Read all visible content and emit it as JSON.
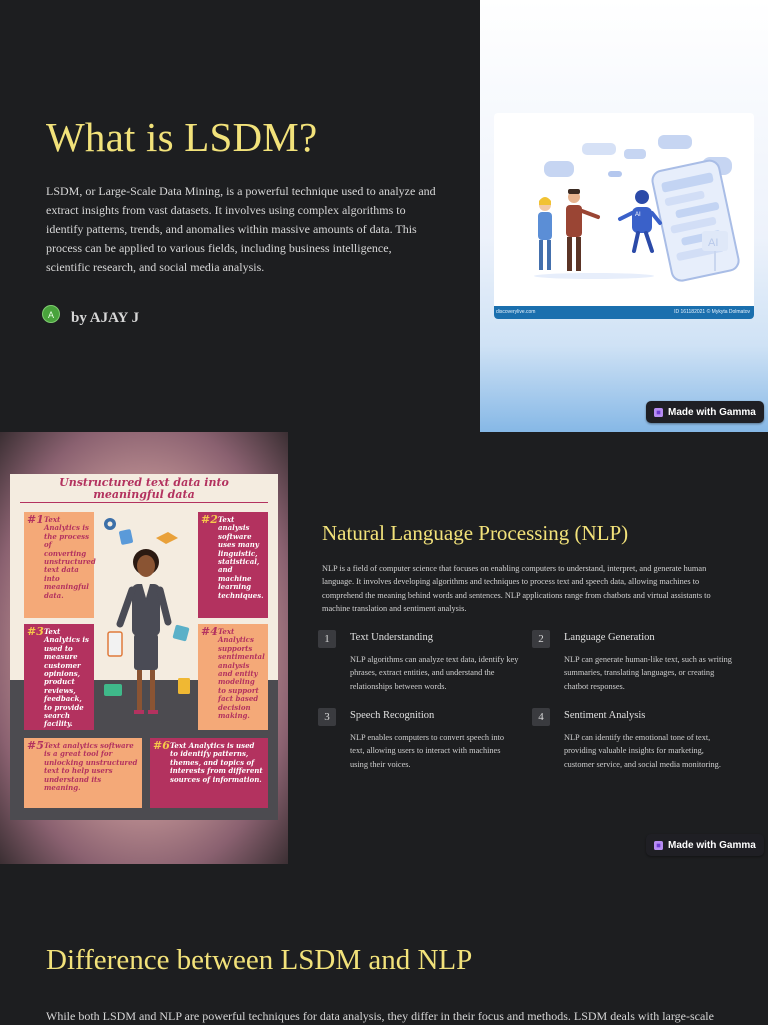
{
  "slide1": {
    "title": "What is LSDM?",
    "body": "LSDM, or Large-Scale Data Mining, is a powerful technique used to analyze and extract insights from vast datasets. It involves using complex algorithms to identify patterns, trends, and anomalies within massive amounts of data. This process can be applied to various fields, including business intelligence, scientific research, and social media analysis.",
    "author_initial": "A",
    "author": "by AJAY J",
    "image_footer_left": "discoverylive.com",
    "image_footer_right": "ID 161182021 © Mykyta Dolmatov",
    "gamma_badge": "Made with Gamma"
  },
  "infographic": {
    "title_line1": "Unstructured text data into",
    "title_line2": "meaningful data",
    "tiles": [
      {
        "num": "#1",
        "text": "Text Analytics is the process of converting unstructured text data into meaningful data."
      },
      {
        "num": "#2",
        "text": "Text analysis software uses many linguistic, statistical, and machine learning techniques."
      },
      {
        "num": "#3",
        "text": "Text Analytics is used to measure customer opinions, product reviews, feedback, to provide search facility."
      },
      {
        "num": "#4",
        "text": "Text Analytics supports sentimental analysis and entity modeling to support fact based decision making."
      },
      {
        "num": "#5",
        "text": "Text analytics software is a great tool for unlocking unstructured text to help users understand its meaning."
      },
      {
        "num": "#6",
        "text": "Text Analytics is used to identify patterns, themes, and topics of interests from different sources of information."
      }
    ]
  },
  "slide2": {
    "title": "Natural Language Processing (NLP)",
    "body": "NLP is a field of computer science that focuses on enabling computers to understand, interpret, and generate human language. It involves developing algorithms and techniques to process text and speech data, allowing machines to comprehend the meaning behind words and sentences. NLP applications range from chatbots and virtual assistants to machine translation and sentiment analysis.",
    "features": [
      {
        "num": "1",
        "title": "Text Understanding",
        "text": "NLP algorithms can analyze text data, identify key phrases, extract entities, and understand the relationships between words."
      },
      {
        "num": "2",
        "title": "Language Generation",
        "text": "NLP can generate human-like text, such as writing summaries, translating languages, or creating chatbot responses."
      },
      {
        "num": "3",
        "title": "Speech Recognition",
        "text": "NLP enables computers to convert speech into text, allowing users to interact with machines using their voices."
      },
      {
        "num": "4",
        "title": "Sentiment Analysis",
        "text": "NLP can identify the emotional tone of text, providing valuable insights for marketing, customer service, and social media monitoring."
      }
    ],
    "gamma_badge": "Made with Gamma"
  },
  "slide3": {
    "title": "Difference between LSDM and NLP",
    "body": "While both LSDM and NLP are powerful techniques for data analysis, they differ in their focus and methods. LSDM deals with large-scale"
  },
  "colors": {
    "background": "#1d1e20",
    "heading": "#f2e27a",
    "crimson": "#b3325f",
    "orange": "#f4a978"
  }
}
